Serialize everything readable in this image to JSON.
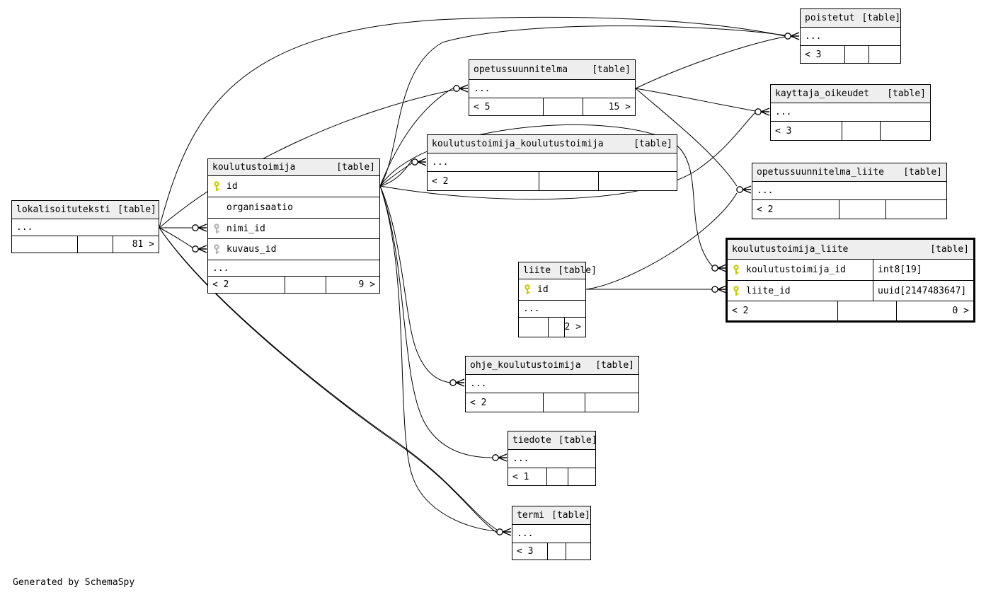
{
  "diagram": {
    "footer_note": "Generated by SchemaSpy",
    "colors": {
      "pk_key": "#c8cc00",
      "fk_key": "#b4b4b4",
      "header_bg": "#eeeeee",
      "border": "#000000"
    }
  },
  "tables": [
    {
      "id": "lokalisoituteksti",
      "name": "lokalisoituteksti",
      "tag": "[table]",
      "rows": [
        {
          "label": "..."
        }
      ],
      "footer": {
        "left": "",
        "mid": "",
        "right": "81 >"
      }
    },
    {
      "id": "koulutustoimija",
      "name": "koulutustoimija",
      "tag": "[table]",
      "rows": [
        {
          "label": "id",
          "key": "pk"
        },
        {
          "label": "organisaatio"
        },
        {
          "label": "nimi_id",
          "key": "fk"
        },
        {
          "label": "kuvaus_id",
          "key": "fk"
        },
        {
          "label": "..."
        }
      ],
      "footer": {
        "left": "< 2",
        "mid": "",
        "right": "9 >"
      }
    },
    {
      "id": "opetussuunnitelma",
      "name": "opetussuunnitelma",
      "tag": "[table]",
      "rows": [
        {
          "label": "..."
        }
      ],
      "footer": {
        "left": "< 5",
        "mid": "",
        "right": "15 >"
      }
    },
    {
      "id": "koulutustoimija_koulutustoimija",
      "name": "koulutustoimija_koulutustoimija",
      "tag": "[table]",
      "rows": [
        {
          "label": "..."
        }
      ],
      "footer": {
        "left": "< 2",
        "mid": "",
        "right": ""
      }
    },
    {
      "id": "poistetut",
      "name": "poistetut",
      "tag": "[table]",
      "rows": [
        {
          "label": "..."
        }
      ],
      "footer": {
        "left": "< 3",
        "mid": "",
        "right": ""
      }
    },
    {
      "id": "kayttaja_oikeudet",
      "name": "kayttaja_oikeudet",
      "tag": "[table]",
      "rows": [
        {
          "label": "..."
        }
      ],
      "footer": {
        "left": "< 3",
        "mid": "",
        "right": ""
      }
    },
    {
      "id": "opetussuunnitelma_liite",
      "name": "opetussuunnitelma_liite",
      "tag": "[table]",
      "rows": [
        {
          "label": "..."
        }
      ],
      "footer": {
        "left": "< 2",
        "mid": "",
        "right": ""
      }
    },
    {
      "id": "liite",
      "name": "liite",
      "tag": "[table]",
      "rows": [
        {
          "label": "id",
          "key": "pk"
        },
        {
          "label": "..."
        }
      ],
      "footer": {
        "left": "",
        "mid": "",
        "right": "2 >"
      }
    },
    {
      "id": "koulutustoimija_liite",
      "name": "koulutustoimija_liite",
      "tag": "[table]",
      "highlighted": true,
      "rows": [
        {
          "label": "koulutustoimija_id",
          "key": "pk",
          "type": "int8[19]"
        },
        {
          "label": "liite_id",
          "key": "pk",
          "type": "uuid[2147483647]"
        }
      ],
      "footer": {
        "left": "< 2",
        "mid": "",
        "right": "0 >"
      }
    },
    {
      "id": "ohje_koulutustoimija",
      "name": "ohje_koulutustoimija",
      "tag": "[table]",
      "rows": [
        {
          "label": "..."
        }
      ],
      "footer": {
        "left": "< 2",
        "mid": "",
        "right": ""
      }
    },
    {
      "id": "tiedote",
      "name": "tiedote",
      "tag": "[table]",
      "rows": [
        {
          "label": "..."
        }
      ],
      "footer": {
        "left": "< 1",
        "mid": "",
        "right": ""
      }
    },
    {
      "id": "termi",
      "name": "termi",
      "tag": "[table]",
      "rows": [
        {
          "label": "..."
        }
      ],
      "footer": {
        "left": "< 3",
        "mid": "",
        "right": ""
      }
    }
  ],
  "relationships": [
    {
      "from": "lokalisoituteksti",
      "to": "poistetut"
    },
    {
      "from": "koulutustoimija.id",
      "to": "poistetut"
    },
    {
      "from": "opetussuunnitelma",
      "to": "poistetut"
    },
    {
      "from": "lokalisoituteksti",
      "to": "opetussuunnitelma"
    },
    {
      "from": "koulutustoimija.id",
      "to": "opetussuunnitelma"
    },
    {
      "from": "koulutustoimija.id",
      "to": "koulutustoimija_koulutustoimija"
    },
    {
      "from": "koulutustoimija.id",
      "to": "koulutustoimija_koulutustoimija"
    },
    {
      "from": "koulutustoimija.id",
      "to": "kayttaja_oikeudet"
    },
    {
      "from": "opetussuunnitelma",
      "to": "kayttaja_oikeudet"
    },
    {
      "from": "opetussuunnitelma",
      "to": "opetussuunnitelma_liite"
    },
    {
      "from": "liite.id",
      "to": "opetussuunnitelma_liite"
    },
    {
      "from": "lokalisoituteksti",
      "to": "koulutustoimija.nimi_id"
    },
    {
      "from": "lokalisoituteksti",
      "to": "koulutustoimija.kuvaus_id"
    },
    {
      "from": "koulutustoimija.id",
      "to": "koulutustoimija_liite.koulutustoimija_id"
    },
    {
      "from": "liite.id",
      "to": "koulutustoimija_liite.liite_id"
    },
    {
      "from": "koulutustoimija.id",
      "to": "ohje_koulutustoimija"
    },
    {
      "from": "koulutustoimija.id",
      "to": "tiedote"
    },
    {
      "from": "koulutustoimija.id",
      "to": "termi"
    },
    {
      "from": "lokalisoituteksti",
      "to": "termi"
    },
    {
      "from": "lokalisoituteksti",
      "to": "termi"
    }
  ]
}
